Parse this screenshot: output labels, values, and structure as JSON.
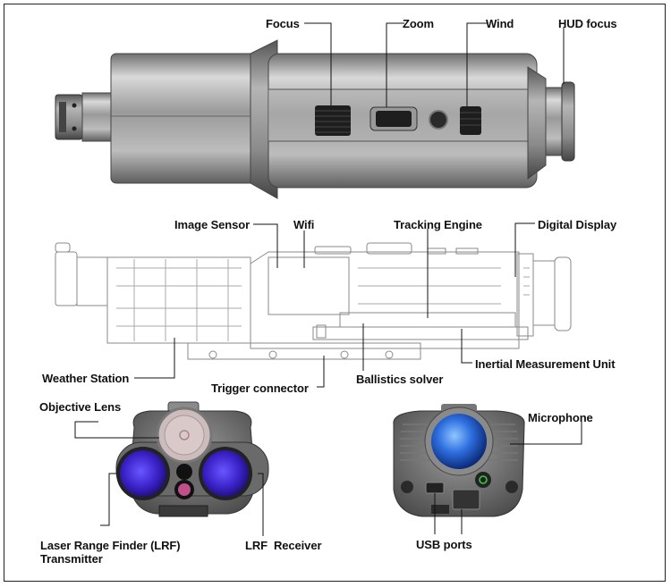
{
  "labels": {
    "focus": "Focus",
    "zoom": "Zoom",
    "wind": "Wind",
    "hud_focus": "HUD focus",
    "image_sensor": "Image Sensor",
    "wifi": "Wifi",
    "tracking_engine": "Tracking Engine",
    "digital_display": "Digital Display",
    "weather_station": "Weather Station",
    "trigger_connector": "Trigger connector",
    "ballistics_solver": "Ballistics solver",
    "imu": "Inertial Measurement Unit",
    "objective_lens": "Objective Lens",
    "microphone": "Microphone",
    "lrf_transmitter_line1": "Laser Range Finder (LRF)",
    "lrf_transmitter_line2": "Transmitter",
    "lrf_receiver": "LRF  Receiver",
    "usb_ports": "USB ports"
  },
  "colors": {
    "lens_blue": "#3a22c8",
    "laser_pink": "#c0508a",
    "display_blue": "#2f6fe0",
    "power_green": "#33cc44"
  }
}
